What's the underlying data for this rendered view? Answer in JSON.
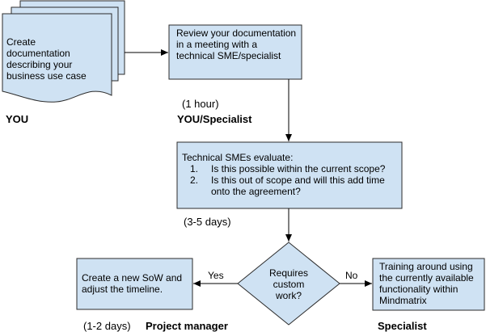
{
  "diagram": {
    "document_box": {
      "text": "Create documentation describing your business use case"
    },
    "review_box": {
      "text": "Review your documentation in a meeting with a technical SME/specialist"
    },
    "evaluate_box": {
      "heading": "Technical SMEs evaluate:",
      "items": [
        {
          "num": "1.",
          "text": "Is this possible within the current scope?"
        },
        {
          "num": "2.",
          "text": "Is this out of scope and will this add time onto the agreement?"
        }
      ]
    },
    "decision": {
      "text": "Requires custom work?"
    },
    "sow_box": {
      "text": "Create a new SoW and adjust the timeline."
    },
    "training_box": {
      "text": "Training around using the currently available functionality within Mindmatrix"
    },
    "labels": {
      "you": "YOU",
      "one_hour": "(1 hour)",
      "you_specialist": "YOU/Specialist",
      "three_five_days": "(3-5 days)",
      "yes": "Yes",
      "no": "No",
      "one_two_days": "(1-2 days)",
      "project_manager": "Project manager",
      "specialist": "Specialist"
    },
    "colors": {
      "fill": "#cfe2f3",
      "stroke": "#2b2b2b"
    }
  }
}
